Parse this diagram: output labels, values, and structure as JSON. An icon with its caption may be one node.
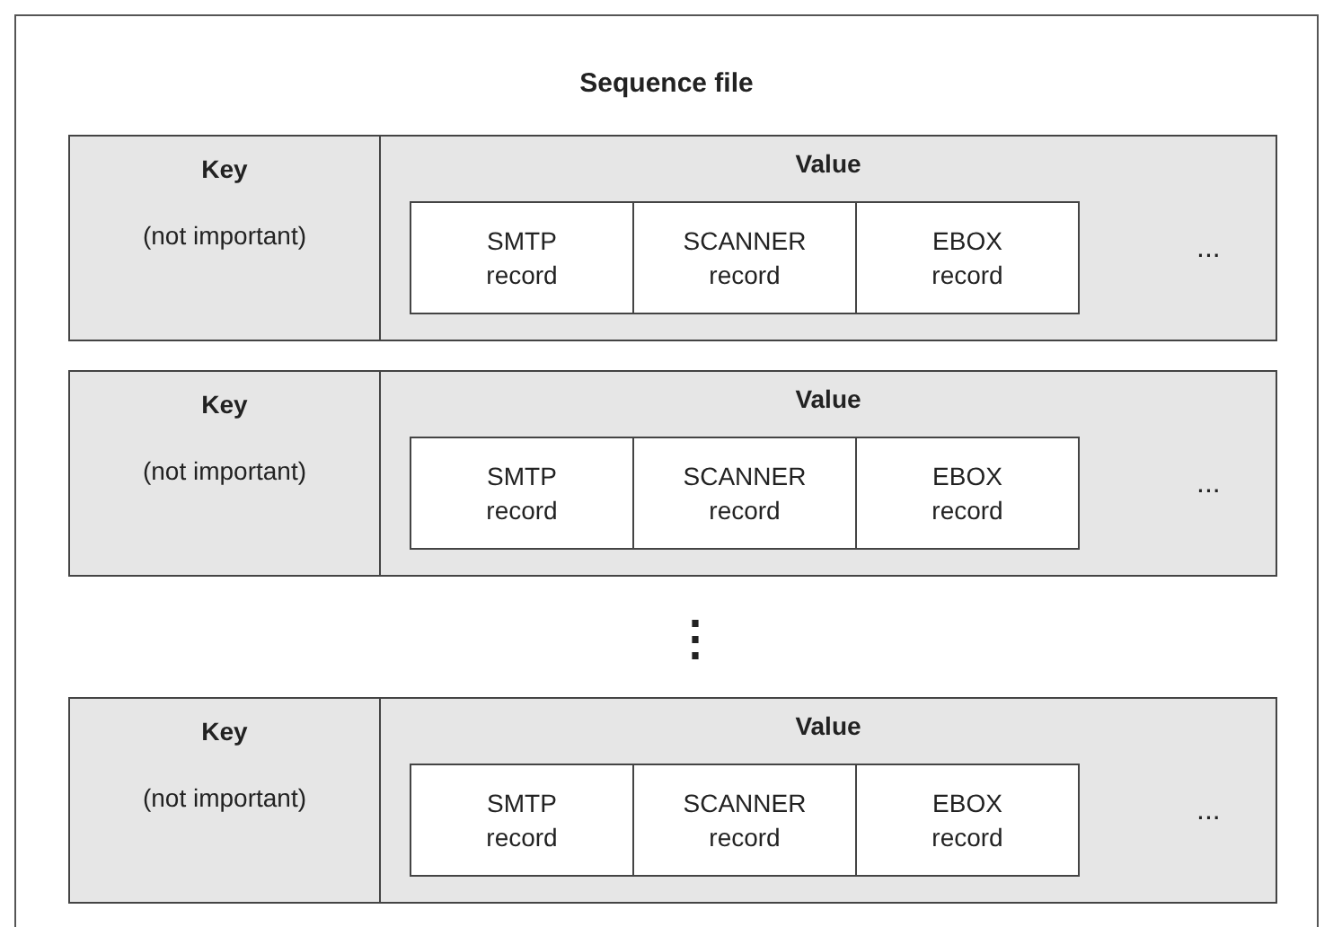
{
  "diagram": {
    "nodes": [
      {
        "text": [
          "Sequence file"
        ]
      },
      {
        "text": [],
        "shape": "box",
        "in": 0
      },
      {
        "text": [
          "Key",
          "(not important)"
        ],
        "in": 1
      },
      {
        "text": [
          "Value"
        ],
        "in": 1
      },
      {
        "text": [
          "SMTP record"
        ],
        "in": 3
      },
      {
        "text": [
          "SCANNER record"
        ],
        "in": 3
      },
      {
        "text": [
          "EBOX record"
        ],
        "in": 3
      },
      {
        "text": [],
        "shape": "box",
        "in": 0
      },
      {
        "text": [
          "Key",
          "(not important)"
        ],
        "in": 7
      },
      {
        "text": [
          "Value"
        ],
        "in": 7
      },
      {
        "text": [
          "SMTP record"
        ],
        "in": 9
      },
      {
        "text": [
          "SCANNER record"
        ],
        "in": 9
      },
      {
        "text": [
          "EBOX record"
        ],
        "in": 9
      },
      {
        "text": [],
        "shape": "box",
        "in": 0
      },
      {
        "text": [
          "Key",
          "(not important)"
        ],
        "in": 13
      },
      {
        "text": [
          "Value"
        ],
        "in": 13
      },
      {
        "text": [
          "SMTP record"
        ],
        "in": 15
      },
      {
        "text": [
          "SCANNER record"
        ],
        "in": 15
      },
      {
        "text": [
          "EBOX record"
        ],
        "in": 15
      }
    ],
    "labels": [
      "...",
      "...",
      "⋮",
      "..."
    ]
  }
}
